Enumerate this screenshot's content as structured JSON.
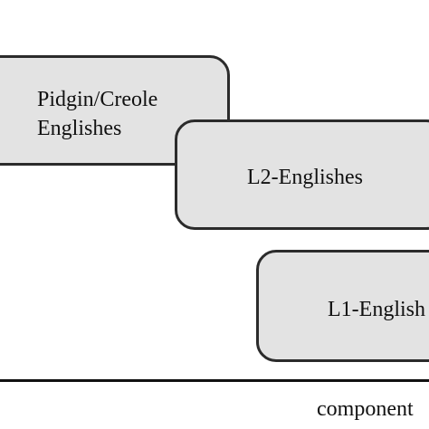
{
  "boxes": {
    "pidgin_creole": {
      "label_line1": "Pidgin/Creole",
      "label_line2": "Englishes"
    },
    "l2": {
      "label": "L2-Englishes"
    },
    "l1": {
      "label": "L1-English"
    }
  },
  "axis": {
    "label": "component"
  },
  "colors": {
    "box_fill": "#e3e3e3",
    "box_border": "#2b2b2b",
    "line": "#111111"
  }
}
